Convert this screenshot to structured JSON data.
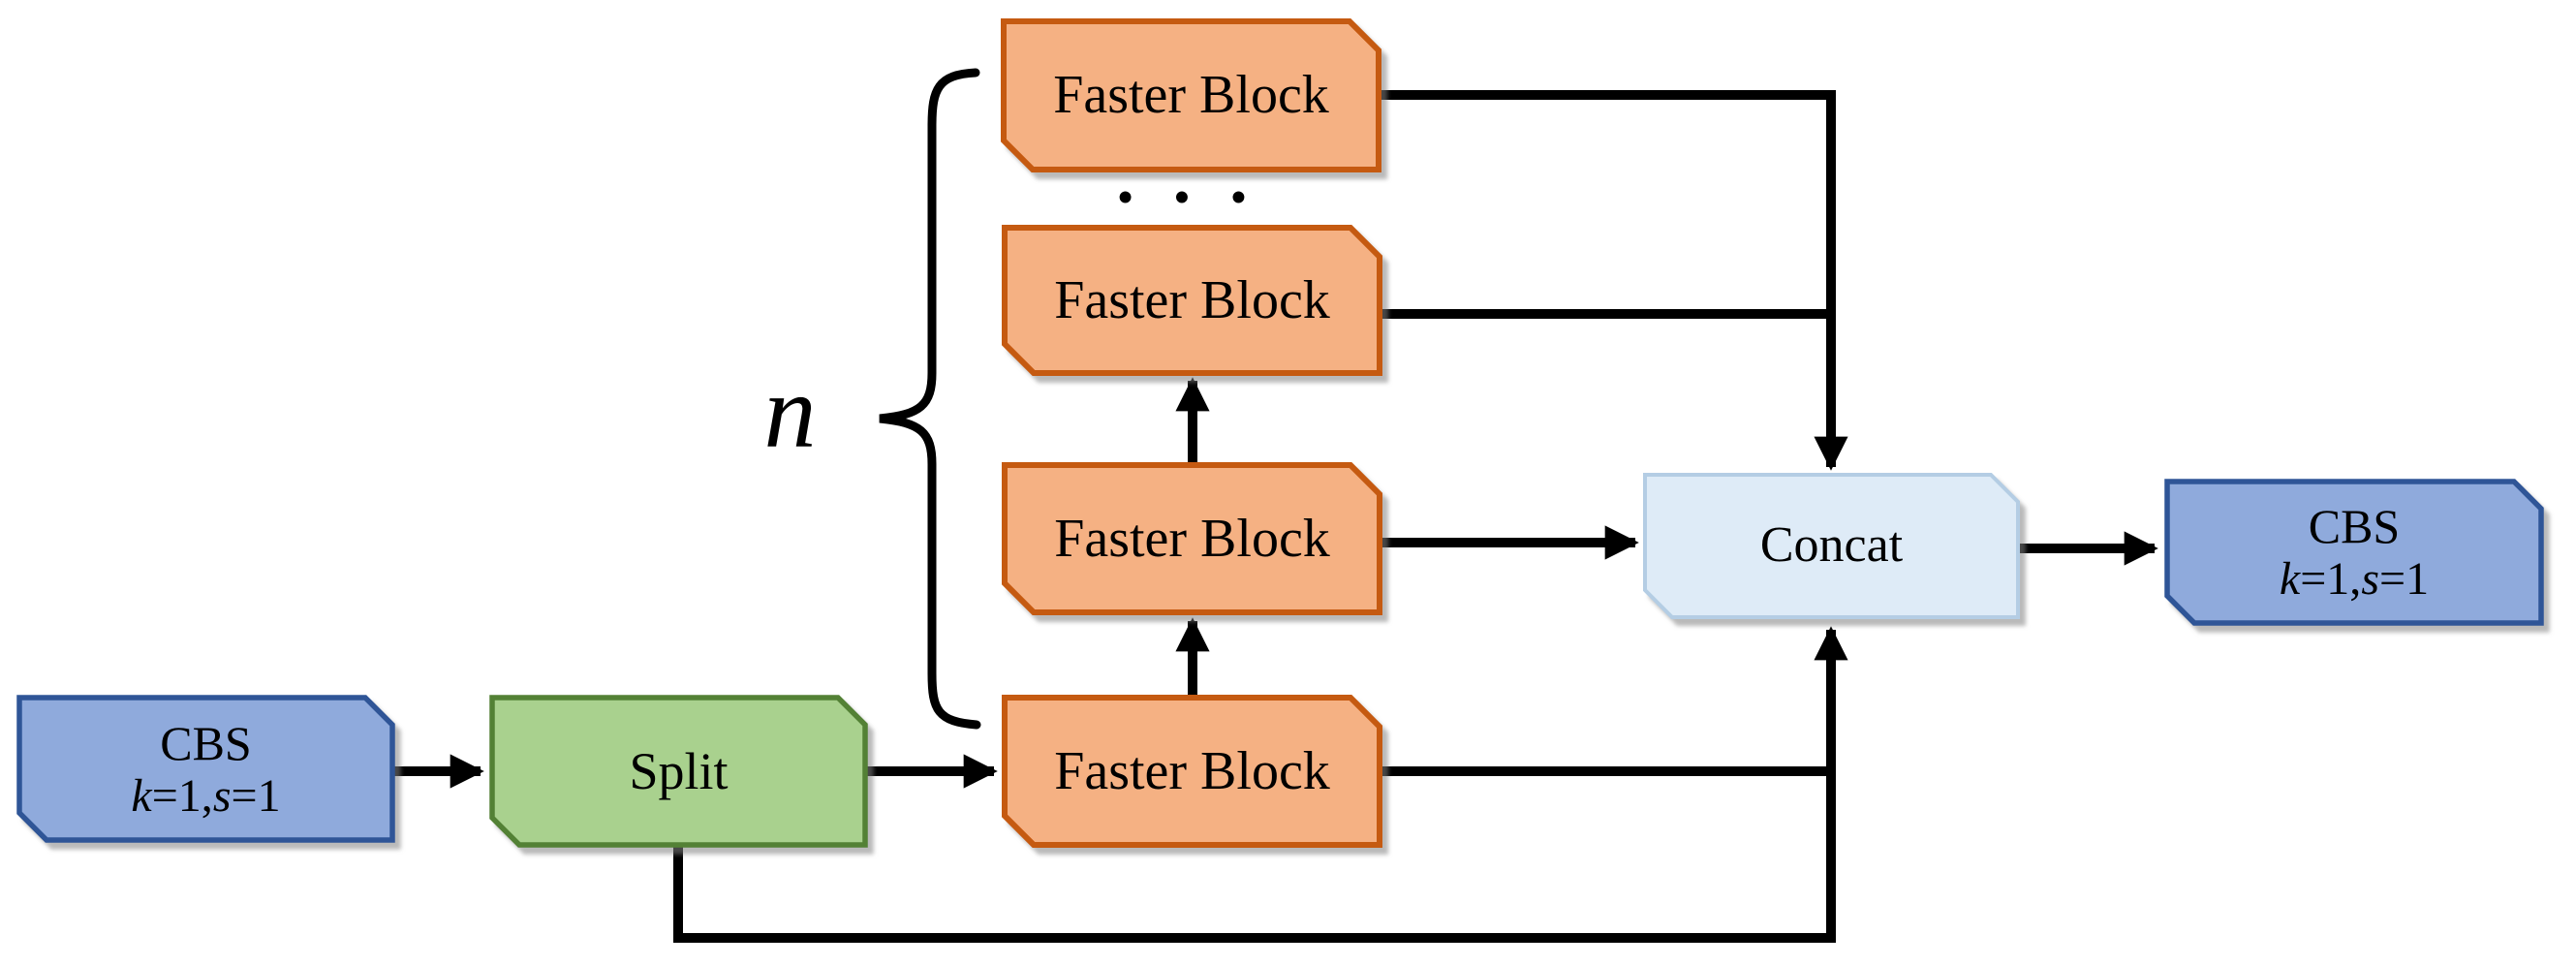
{
  "colors": {
    "faster-fill": "#F5B183",
    "faster-border": "#C55A11",
    "cbs-fill": "#8FAADC",
    "cbs-border": "#2F5597",
    "split-fill": "#A9D18E",
    "split-border": "#538135",
    "concat-fill": "#DEEBF7",
    "concat-border": "#B4CDE4",
    "wire": "#000000",
    "label": "#000000"
  },
  "nodes": {
    "cbs_in": {
      "title": "CBS",
      "param_k": "k",
      "param_k_val": "=1,",
      "param_s": "s",
      "param_s_val": "=1"
    },
    "split": {
      "label": "Split"
    },
    "faster_bottom": {
      "label": "Faster Block"
    },
    "faster_mid": {
      "label": "Faster Block"
    },
    "faster_upper": {
      "label": "Faster Block"
    },
    "faster_top": {
      "label": "Faster Block"
    },
    "concat": {
      "label": "Concat"
    },
    "cbs_out": {
      "title": "CBS",
      "param_k": "k",
      "param_k_val": "=1,",
      "param_s": "s",
      "param_s_val": "=1"
    },
    "ellipsis": "• • •",
    "repeat_annotation": {
      "label": "n"
    }
  }
}
